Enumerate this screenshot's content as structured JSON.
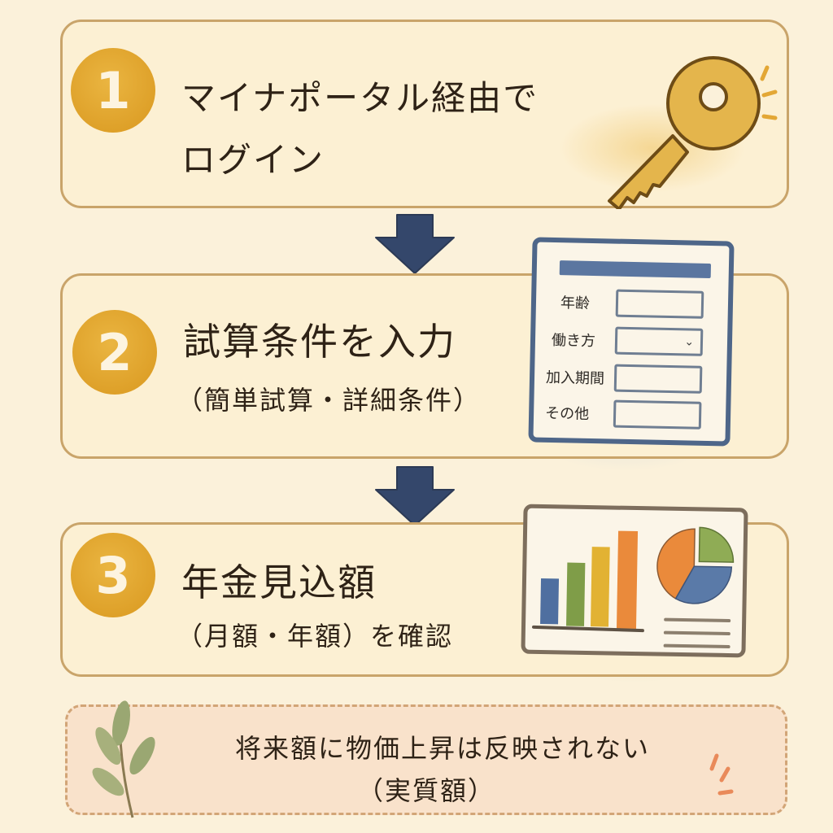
{
  "steps": [
    {
      "number": "1",
      "title": "マイナポータル経由で",
      "title_line2": "ログイン",
      "illustration": "key-icon"
    },
    {
      "number": "2",
      "title": "試算条件を入力",
      "subtitle": "（簡単試算・詳細条件）",
      "illustration": "form-icon",
      "form": {
        "fields": [
          {
            "label": "年齢",
            "type": "text"
          },
          {
            "label": "働き方",
            "type": "select"
          },
          {
            "label": "加入期間",
            "type": "text"
          },
          {
            "label": "その他",
            "type": "text"
          }
        ],
        "chevron": "⌄"
      }
    },
    {
      "number": "3",
      "title": "年金見込額",
      "subtitle": "（月額・年額）を確認",
      "illustration": "chart-icon"
    }
  ],
  "note": {
    "line1": "将来額に物価上昇は反映されない",
    "line2": "（実質額）"
  },
  "colors": {
    "background": "#fbf1da",
    "step_border": "#c9a46a",
    "number_circle": "#dfa42c",
    "arrow": "#34476b",
    "form_border": "#4e6689",
    "note_bg": "#f9e2cb",
    "note_border": "#d2a577",
    "bar_blue": "#4f6fa0",
    "bar_green": "#7f9d48",
    "bar_yellow": "#e2b233",
    "bar_orange": "#ea8a3b"
  }
}
